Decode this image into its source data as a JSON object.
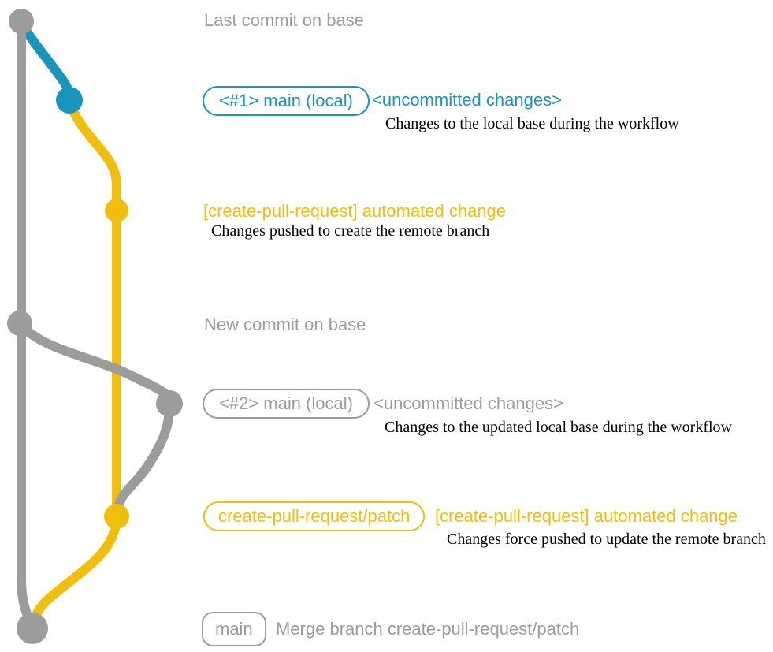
{
  "colors": {
    "gray": "#9C9C9C",
    "blue": "#1994BB",
    "yellow": "#F0BE0C",
    "caption_text": "#000000",
    "background": "#FFFFFF"
  },
  "graph": {
    "top_label": "Last commit on base",
    "mid_label": "New commit on base"
  },
  "rows": {
    "r1": {
      "badge": "<#1> main (local)",
      "title": "<uncommitted changes>",
      "desc": "Changes to the local base during the workflow"
    },
    "r2": {
      "title": "[create-pull-request] automated change",
      "desc": "Changes pushed to create the remote branch"
    },
    "r3": {
      "badge": "<#2> main (local)",
      "title": "<uncommitted changes>",
      "desc": "Changes to the updated local base during the workflow"
    },
    "r4": {
      "badge": "create-pull-request/patch",
      "title": "[create-pull-request] automated change",
      "desc": "Changes force pushed to update the remote branch"
    },
    "bottom": {
      "badge": "main",
      "label": "Merge branch create-pull-request/patch"
    }
  }
}
